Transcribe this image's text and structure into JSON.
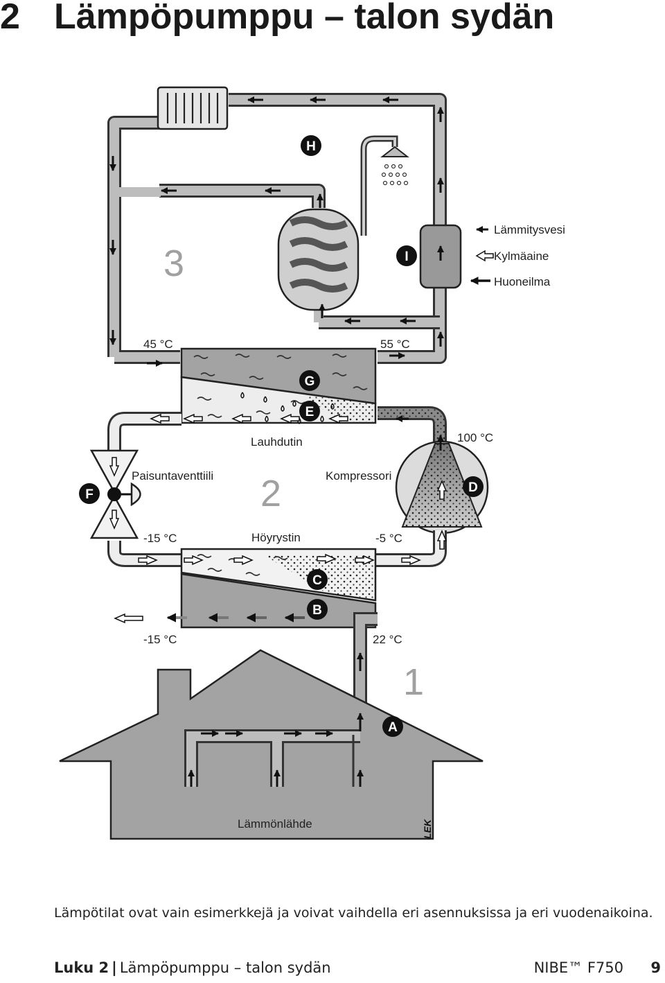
{
  "header": {
    "chapter_number": "2",
    "title": "Lämpöpumppu – talon sydän"
  },
  "diagram": {
    "section_numbers": [
      "3",
      "2",
      "1"
    ],
    "markers": [
      "H",
      "I",
      "G",
      "E",
      "F",
      "D",
      "C",
      "B",
      "A"
    ],
    "legend": [
      "Lämmitysvesi",
      "Kylmäaine",
      "Huoneilma"
    ],
    "temperatures": {
      "t45": "45 °C",
      "t55": "55 °C",
      "t100": "100 °C",
      "tm15a": "-15 °C",
      "tm5": "-5 °C",
      "tm15b": "-15 °C",
      "t22": "22 °C"
    },
    "components": {
      "condenser": "Lauhdutin",
      "expansion_valve": "Paisuntaventtiili",
      "compressor": "Kompressori",
      "evaporator": "Höyrystin",
      "heat_source": "Lämmönlähde"
    },
    "signature": "LEK"
  },
  "caption": "Lämpötilat ovat vain esimerkkejä ja voivat vaihdella eri asennuksissa ja eri vuodenaikoina.",
  "footer": {
    "chapter": "Luku 2",
    "chapter_title": "Lämpöpumppu – talon sydän",
    "product": "NIBE™ F750",
    "page": "9"
  }
}
